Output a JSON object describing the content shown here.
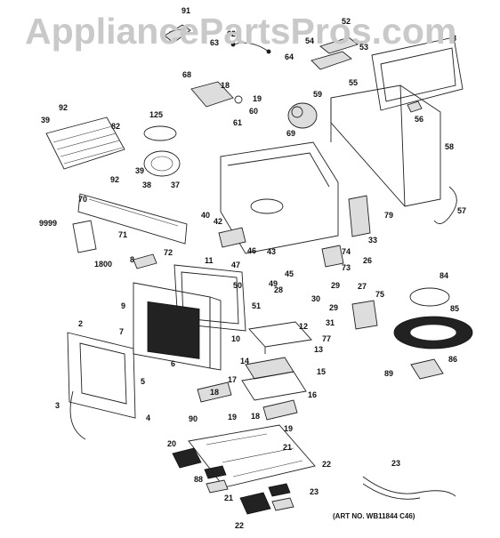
{
  "watermark": "AppliancePartsPros.com",
  "art_number": "(ART NO. WB11844 C46)",
  "callouts": [
    "91",
    "62",
    "52",
    "63",
    "64",
    "54",
    "53",
    "8",
    "55",
    "68",
    "18",
    "19",
    "59",
    "56",
    "92",
    "39",
    "82",
    "125",
    "60",
    "61",
    "69",
    "58",
    "39",
    "92",
    "38",
    "37",
    "70",
    "40",
    "79",
    "57",
    "9999",
    "42",
    "71",
    "33",
    "8",
    "72",
    "46",
    "43",
    "74",
    "26",
    "1800",
    "11",
    "47",
    "45",
    "73",
    "50",
    "49",
    "84",
    "28",
    "29",
    "30",
    "27",
    "9",
    "51",
    "75",
    "29",
    "85",
    "2",
    "12",
    "10",
    "31",
    "7",
    "77",
    "13",
    "6",
    "14",
    "15",
    "89",
    "86",
    "5",
    "17",
    "16",
    "3",
    "4",
    "18",
    "90",
    "19",
    "18",
    "19",
    "21",
    "20",
    "22",
    "88",
    "23",
    "21",
    "22",
    "23"
  ]
}
